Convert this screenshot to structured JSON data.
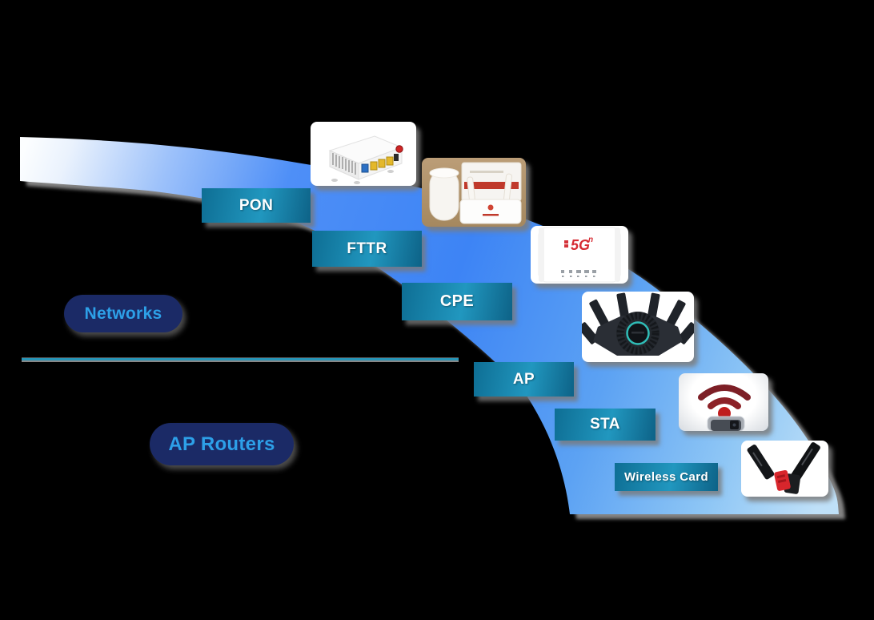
{
  "diagram": {
    "group_labels": [
      {
        "label": "Networks"
      },
      {
        "label": "AP Routers"
      }
    ],
    "steps": [
      {
        "label": "PON"
      },
      {
        "label": "FTTR"
      },
      {
        "label": "CPE"
      },
      {
        "label": "AP"
      },
      {
        "label": "STA"
      },
      {
        "label": "Wireless Card"
      }
    ],
    "cpe_logo": {
      "main": "5G",
      "sup": "n"
    },
    "colors": {
      "band_blue": "#3d84f5",
      "band_light_end": "#bfe0f8",
      "band_start_white": "#fcfeff",
      "step_teal": "#1b8db4",
      "pill_navy": "#1b2a66",
      "pill_text_blue": "#2da0e8",
      "divider_teal": "#2794b6",
      "wifi_red": "#8c2127",
      "logo_red": "#d62b33",
      "shadow_gray": "#919191"
    }
  }
}
